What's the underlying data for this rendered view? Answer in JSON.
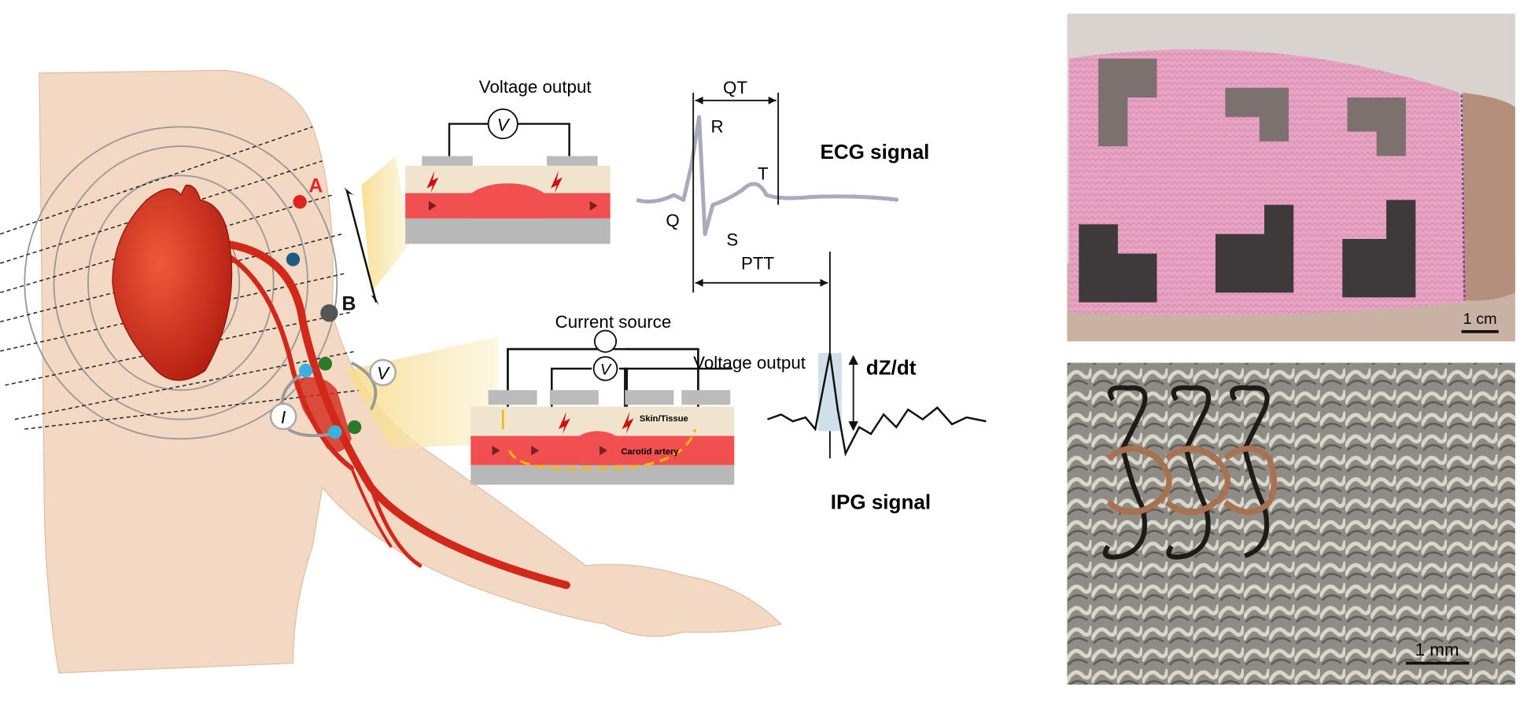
{
  "illustration": {
    "point_a": "A",
    "point_b": "B",
    "current_symbol": "I",
    "voltage_symbol": "V"
  },
  "ecg_circuit": {
    "label": "Voltage output",
    "meter_symbol": "V"
  },
  "ipg_circuit": {
    "current_label": "Current source",
    "voltage_label": "Voltage output",
    "meter_symbol": "V",
    "layer_skin": "Skin/Tissue",
    "layer_artery": "Carotid artery"
  },
  "ecg": {
    "title": "ECG signal",
    "q": "Q",
    "r": "R",
    "s": "S",
    "t": "T",
    "qt": "QT",
    "ptt": "PTT"
  },
  "ipg": {
    "title": "IPG signal",
    "derivative": "dZ/dt"
  },
  "photos": {
    "sleeve_scale": "1 cm",
    "knit_scale": "1 mm"
  },
  "colors": {
    "artery": "#e0301e",
    "skin": "#f3d8c4",
    "sleeve": "#e9a5c4",
    "electrode": "#55524e"
  }
}
